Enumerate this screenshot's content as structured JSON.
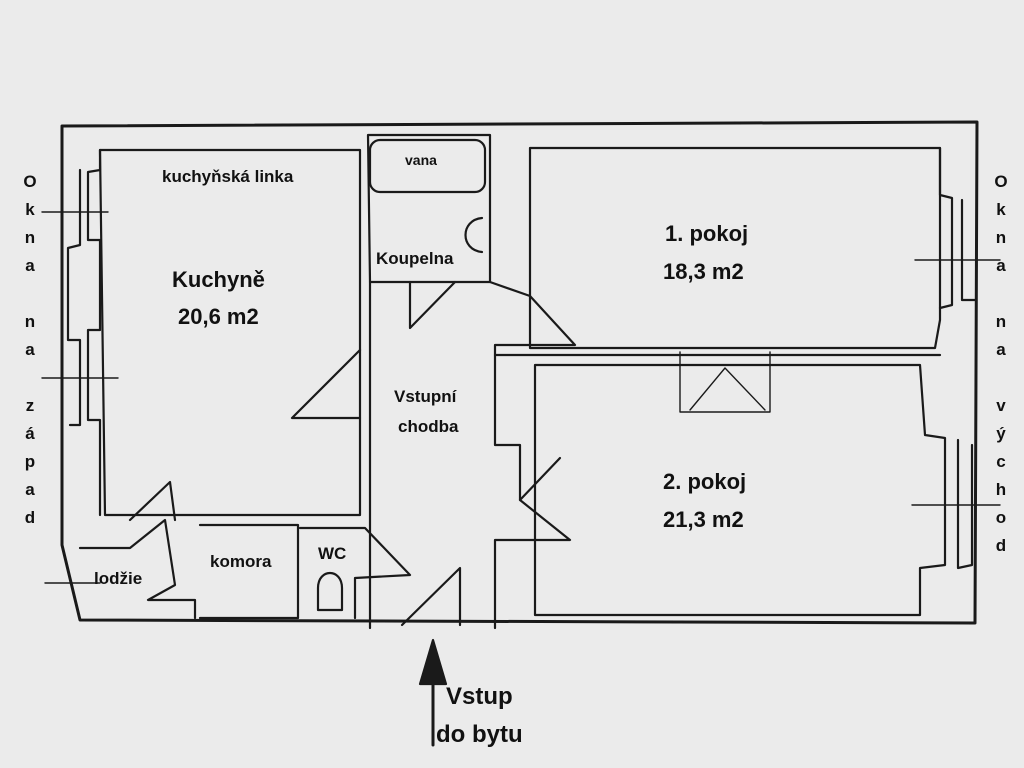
{
  "rooms": {
    "kuchyne": {
      "name": "Kuchyně",
      "area": "20,6 m2"
    },
    "pokoj1": {
      "name": "1. pokoj",
      "area": "18,3 m2"
    },
    "pokoj2": {
      "name": "2. pokoj",
      "area": "21,3 m2"
    },
    "chodba_line1": "Vstupní",
    "chodba_line2": "chodba",
    "koupelna": "Koupelna",
    "vana": "vana",
    "komora": "komora",
    "wc": "WC",
    "lodzie": "lodžie",
    "linka": "kuchyňská linka"
  },
  "entry": {
    "line1": "Vstup",
    "line2": "do bytu"
  },
  "windows_west": [
    "O",
    "k",
    "n",
    "a",
    "",
    "n",
    "a",
    "",
    "z",
    "á",
    "p",
    "a",
    "d"
  ],
  "windows_east": [
    "O",
    "k",
    "n",
    "a",
    "",
    "n",
    "a",
    "",
    "v",
    "ý",
    "c",
    "h",
    "o",
    "d"
  ]
}
